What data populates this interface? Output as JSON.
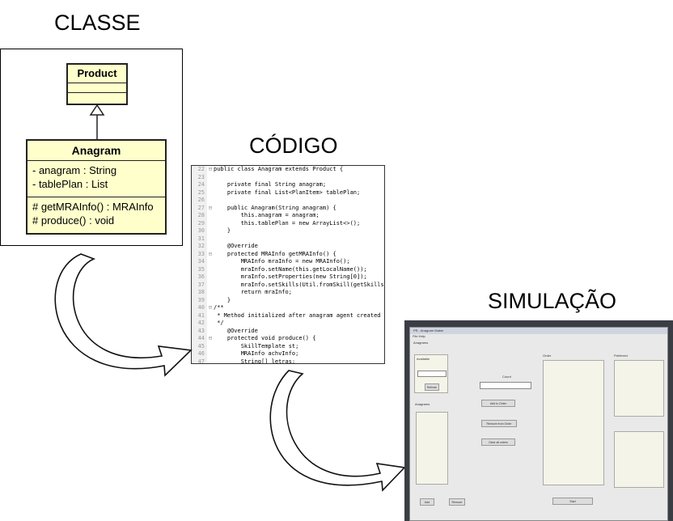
{
  "headings": {
    "classe": "CLASSE",
    "codigo": "CÓDIGO",
    "simulacao": "SIMULAÇÃO"
  },
  "uml": {
    "parent": {
      "name": "Product"
    },
    "child": {
      "name": "Anagram",
      "attributes": [
        "- anagram : String",
        "- tablePlan : List"
      ],
      "operations": [
        "# getMRAInfo() : MRAInfo",
        "# produce() : void"
      ]
    }
  },
  "code": {
    "lines": [
      {
        "n": "22",
        "f": "⊟",
        "t": "public class Anagram extends Product {"
      },
      {
        "n": "23",
        "f": "",
        "t": ""
      },
      {
        "n": "24",
        "f": "",
        "t": "    private final String anagram;"
      },
      {
        "n": "25",
        "f": "",
        "t": "    private final List<PlanItem> tablePlan;"
      },
      {
        "n": "26",
        "f": "",
        "t": ""
      },
      {
        "n": "27",
        "f": "⊟",
        "t": "    public Anagram(String anagram) {"
      },
      {
        "n": "28",
        "f": "",
        "t": "        this.anagram = anagram;"
      },
      {
        "n": "29",
        "f": "",
        "t": "        this.tablePlan = new ArrayList<>();"
      },
      {
        "n": "30",
        "f": "",
        "t": "    }"
      },
      {
        "n": "31",
        "f": "",
        "t": ""
      },
      {
        "n": "32",
        "f": "",
        "t": "    @Override"
      },
      {
        "n": "33",
        "f": "⊟",
        "t": "    protected MRAInfo getMRAInfo() {"
      },
      {
        "n": "34",
        "f": "",
        "t": "        MRAInfo mraInfo = new MRAInfo();"
      },
      {
        "n": "35",
        "f": "",
        "t": "        mraInfo.setName(this.getLocalName());"
      },
      {
        "n": "36",
        "f": "",
        "t": "        mraInfo.setProperties(new String[0]);"
      },
      {
        "n": "37",
        "f": "",
        "t": "        mraInfo.setSkills(Util.fromSkill(getSkills"
      },
      {
        "n": "38",
        "f": "",
        "t": "        return mraInfo;"
      },
      {
        "n": "39",
        "f": "",
        "t": "    }"
      },
      {
        "n": "40",
        "f": "⊟",
        "t": "/**"
      },
      {
        "n": "41",
        "f": "",
        "t": " * Method initialized after anagram agent created"
      },
      {
        "n": "42",
        "f": "",
        "t": " */"
      },
      {
        "n": "43",
        "f": "",
        "t": "    @Override"
      },
      {
        "n": "44",
        "f": "⊟",
        "t": "    protected void produce() {"
      },
      {
        "n": "45",
        "f": "",
        "t": "        SkillTemplate st;"
      },
      {
        "n": "46",
        "f": "",
        "t": "        MRAInfo achvInfo;"
      },
      {
        "n": "47",
        "f": "",
        "t": "        String[] letras;"
      }
    ]
  },
  "simulation": {
    "title": "PR - Anagram Maker",
    "menu": "File  Help",
    "anagrams_label": "Anagrams",
    "available_label": "Available",
    "refresh": "Refresh",
    "count_label": "Count",
    "add_order": "Add to Order",
    "remove_order": "Remove from Order",
    "clear_orders": "Clear all orders",
    "order_label": "Order",
    "preferred_label": "Preferred",
    "add": "Add",
    "remove": "Remove",
    "start": "Start"
  }
}
